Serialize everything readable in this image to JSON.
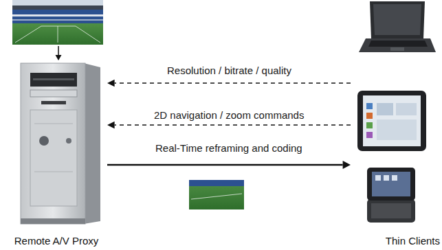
{
  "diagram": {
    "nodes": [
      {
        "text": [
          "Remote A/V Proxy"
        ]
      },
      {
        "text": [
          "Thin Clients"
        ]
      }
    ],
    "edges": [
      {
        "from": 1,
        "to": 0,
        "arrow": "to",
        "label": "Resolution / bitrate / quality"
      },
      {
        "from": 1,
        "to": 0,
        "arrow": "to",
        "label": "2D navigation / zoom commands"
      },
      {
        "from": 0,
        "to": 1,
        "arrow": "to",
        "label": "Real-Time reframing and coding"
      }
    ]
  }
}
